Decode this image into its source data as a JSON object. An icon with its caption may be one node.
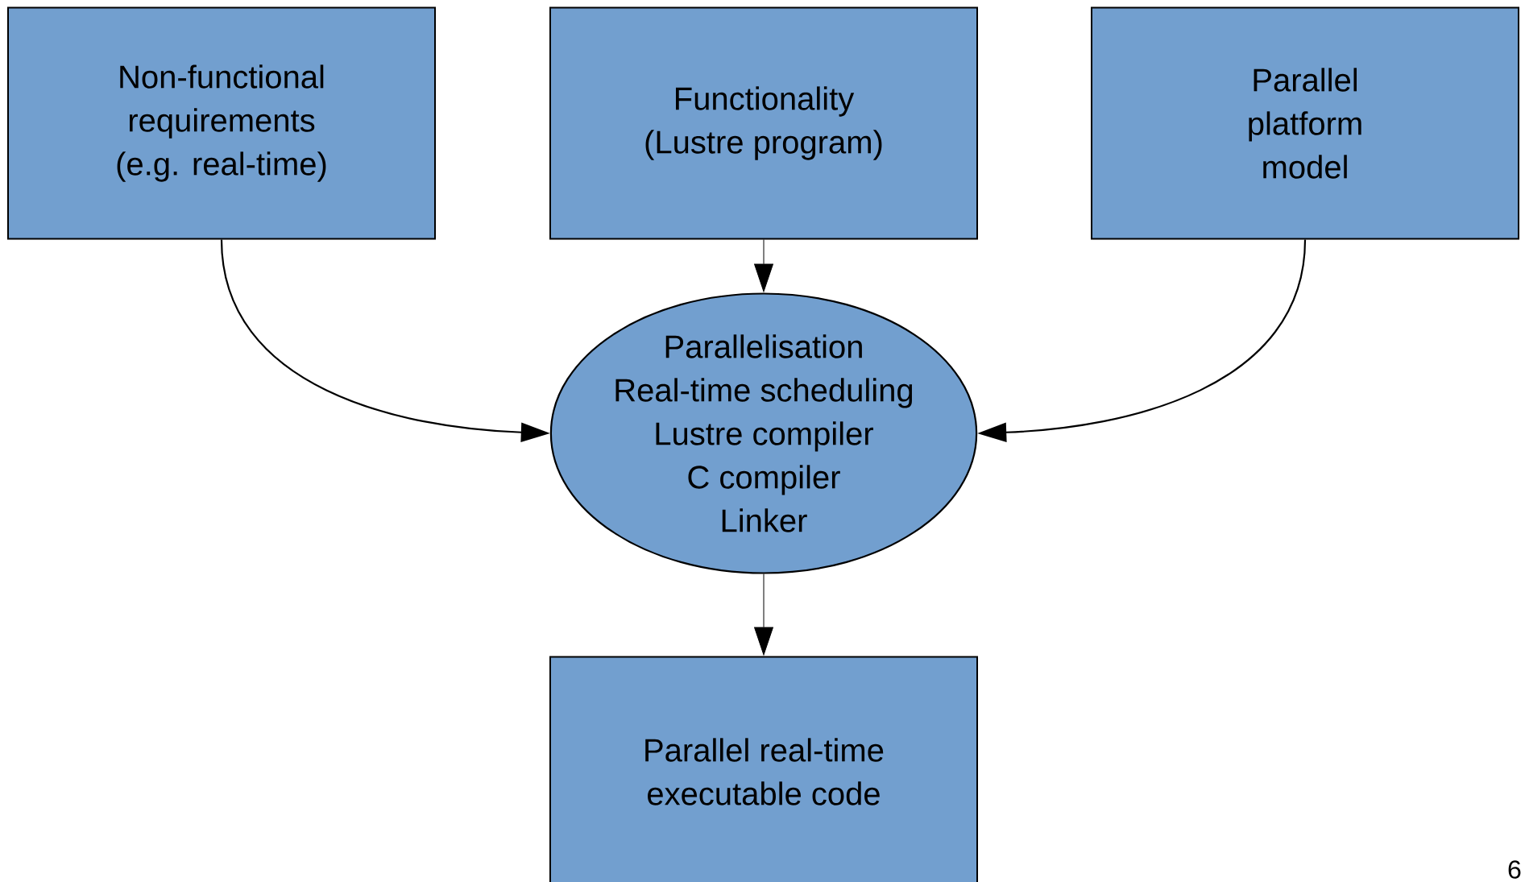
{
  "diagram": {
    "nodes": [
      {
        "text": [
          "Non-functional requirements (e.g. real-time)"
        ]
      },
      {
        "text": [
          "Functionality (Lustre program)"
        ]
      },
      {
        "text": [
          "Parallel platform model"
        ]
      },
      {
        "text": [
          "Parallelisation",
          "Real-time scheduling",
          "Lustre compiler",
          "C compiler",
          "Linker"
        ]
      },
      {
        "text": [
          "Parallel real-time executable code"
        ]
      }
    ],
    "edges": [
      {
        "from": 0,
        "to": 3,
        "arrow": "to"
      },
      {
        "from": 1,
        "to": 3,
        "arrow": "to"
      },
      {
        "from": 2,
        "to": 3,
        "arrow": "to"
      },
      {
        "from": 3,
        "to": 4,
        "arrow": "to"
      }
    ],
    "labels": [
      "6"
    ]
  }
}
